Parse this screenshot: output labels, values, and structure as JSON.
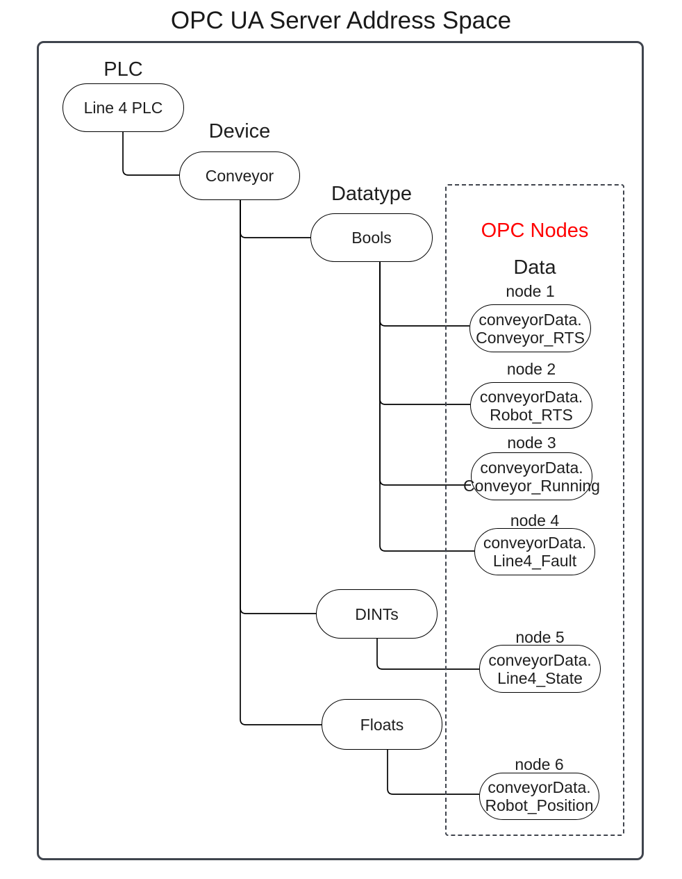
{
  "title": "OPC UA Server Address Space",
  "labels": {
    "plc": "PLC",
    "device": "Device",
    "datatype": "Datatype",
    "opc_nodes": "OPC Nodes",
    "data": "Data"
  },
  "colors": {
    "opc_nodes_label": "#ff0000",
    "frame_border": "#3f444d",
    "node_border": "#000000",
    "connector": "#000000"
  },
  "tree_nodes": {
    "plc": "Line 4 PLC",
    "device": "Conveyor",
    "datatypes": [
      "Bools",
      "DINTs",
      "Floats"
    ]
  },
  "opc_nodes": [
    {
      "label": "node 1",
      "name_line1": "conveyorData.",
      "name_line2": "Conveyor_RTS"
    },
    {
      "label": "node 2",
      "name_line1": "conveyorData.",
      "name_line2": "Robot_RTS"
    },
    {
      "label": "node 3",
      "name_line1": "conveyorData.",
      "name_line2": "Conveyor_Running"
    },
    {
      "label": "node 4",
      "name_line1": "conveyorData.",
      "name_line2": "Line4_Fault"
    },
    {
      "label": "node 5",
      "name_line1": "conveyorData.",
      "name_line2": "Line4_State"
    },
    {
      "label": "node 6",
      "name_line1": "conveyorData.",
      "name_line2": "Robot_Position"
    }
  ]
}
